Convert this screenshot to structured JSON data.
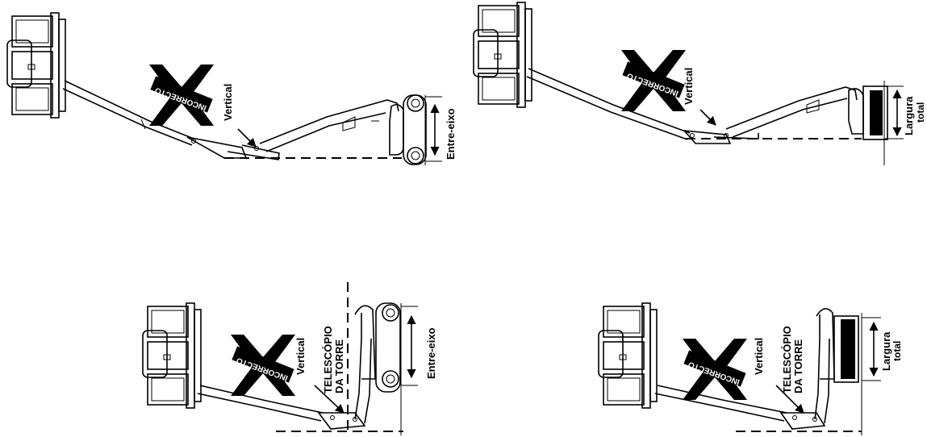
{
  "labels": {
    "vertical": "Vertical",
    "incorrecto": "INCORRECTO",
    "entre_eixo": "Entre-eixo",
    "largura": "Largura",
    "total": "total",
    "telescopio": "TELESCÓPIO",
    "da_torre": "DA TORRE"
  }
}
